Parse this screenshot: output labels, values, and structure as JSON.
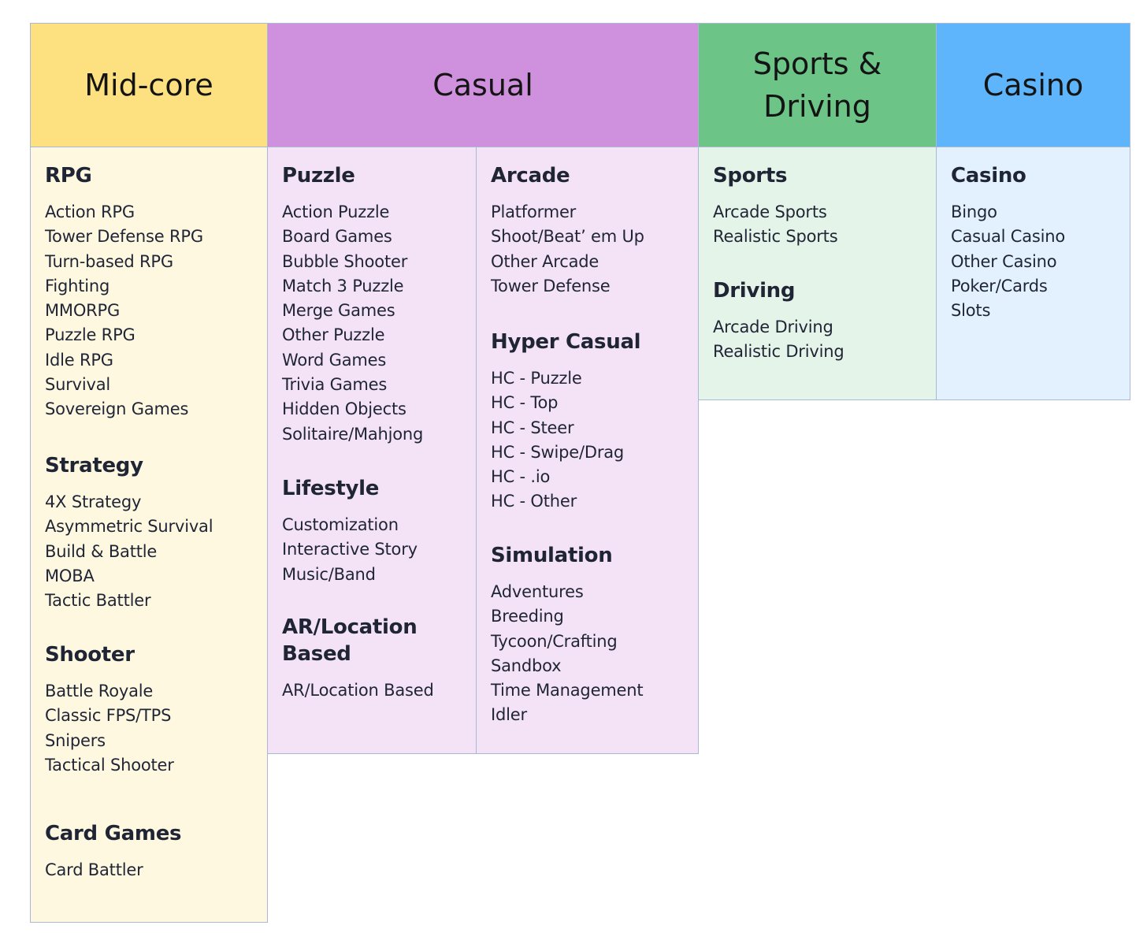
{
  "colors": {
    "midcore_header": "#fde07f",
    "midcore_body": "#fff8e1",
    "casual_header": "#cf91dd",
    "casual_body": "#f4e3f6",
    "sports_header": "#6cc487",
    "sports_body": "#e4f4e9",
    "casino_header": "#5eb5fb",
    "casino_body": "#e3f1fe",
    "border": "#aab8d8",
    "text": "#1f2535"
  },
  "headers": {
    "midcore": "Mid-core",
    "casual": "Casual",
    "sports": "Sports & Driving",
    "casino": "Casino"
  },
  "columns": [
    {
      "id": "midcore",
      "sections": [
        {
          "title": "RPG",
          "items": [
            "Action RPG",
            "Tower Defense RPG",
            "Turn-based RPG",
            "Fighting",
            "MMORPG",
            "Puzzle RPG",
            "Idle RPG",
            "Survival",
            "Sovereign Games"
          ]
        },
        {
          "title": "Strategy",
          "items": [
            "4X Strategy",
            "Asymmetric Survival",
            "Build & Battle",
            "MOBA",
            "Tactic Battler"
          ]
        },
        {
          "title": "Shooter",
          "items": [
            "Battle Royale",
            "Classic FPS/TPS",
            "Snipers",
            "Tactical Shooter"
          ]
        },
        {
          "title": "Card Games",
          "items": [
            "Card Battler"
          ]
        }
      ]
    },
    {
      "id": "casual-left",
      "sections": [
        {
          "title": "Puzzle",
          "items": [
            "Action Puzzle",
            "Board Games",
            "Bubble Shooter",
            "Match 3 Puzzle",
            "Merge Games",
            "Other Puzzle",
            "Word Games",
            "Trivia Games",
            "Hidden Objects",
            "Solitaire/Mahjong"
          ]
        },
        {
          "title": "Lifestyle",
          "items": [
            "Customization",
            "Interactive Story",
            "Music/Band"
          ]
        },
        {
          "title": "AR/Location Based",
          "items": [
            "AR/Location Based"
          ]
        }
      ]
    },
    {
      "id": "casual-right",
      "sections": [
        {
          "title": "Arcade",
          "items": [
            "Platformer",
            "Shoot/Beat’ em Up",
            "Other Arcade",
            "Tower Defense"
          ]
        },
        {
          "title": "Hyper Casual",
          "items": [
            "HC - Puzzle",
            "HC - Top",
            "HC - Steer",
            "HC - Swipe/Drag",
            "HC - .io",
            "HC - Other"
          ]
        },
        {
          "title": "Simulation",
          "items": [
            "Adventures",
            "Breeding",
            "Tycoon/Crafting",
            "Sandbox",
            "Time Management",
            "Idler"
          ]
        }
      ]
    },
    {
      "id": "sports",
      "sections": [
        {
          "title": "Sports",
          "items": [
            "Arcade Sports",
            "Realistic Sports"
          ]
        },
        {
          "title": "Driving",
          "items": [
            "Arcade Driving",
            "Realistic Driving"
          ]
        }
      ]
    },
    {
      "id": "casino",
      "sections": [
        {
          "title": "Casino",
          "items": [
            "Bingo",
            "Casual Casino",
            "Other Casino",
            "Poker/Cards",
            "Slots"
          ]
        }
      ]
    }
  ]
}
